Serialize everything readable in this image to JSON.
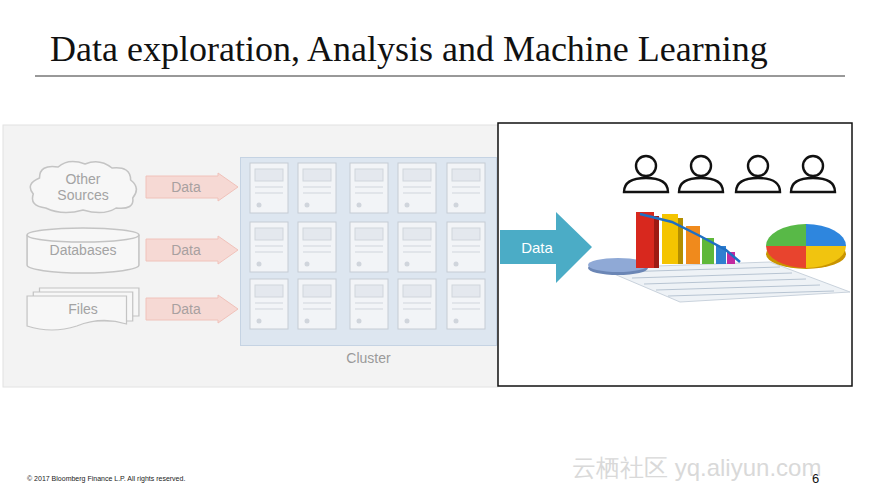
{
  "diagram": {
    "title": "Data exploration, Analysis and Machine Learning",
    "nodes": [
      {
        "text": [
          "Other Sources"
        ]
      },
      {
        "text": [
          "Databases"
        ]
      },
      {
        "text": [
          "Files"
        ]
      },
      {
        "text": [
          "Cluster"
        ]
      }
    ],
    "edges": [
      {
        "from": 0,
        "to": 3,
        "arrow": "to",
        "label": "Data"
      },
      {
        "from": 1,
        "to": 3,
        "arrow": "to",
        "label": "Data"
      },
      {
        "from": 2,
        "to": 3,
        "arrow": "to",
        "label": "Data"
      }
    ],
    "labels": [
      "Data",
      "© 2017 Bloomberg Finance L.P.  All rights reserved.",
      "6",
      "云栖社区 yq.aliyun.com"
    ]
  }
}
